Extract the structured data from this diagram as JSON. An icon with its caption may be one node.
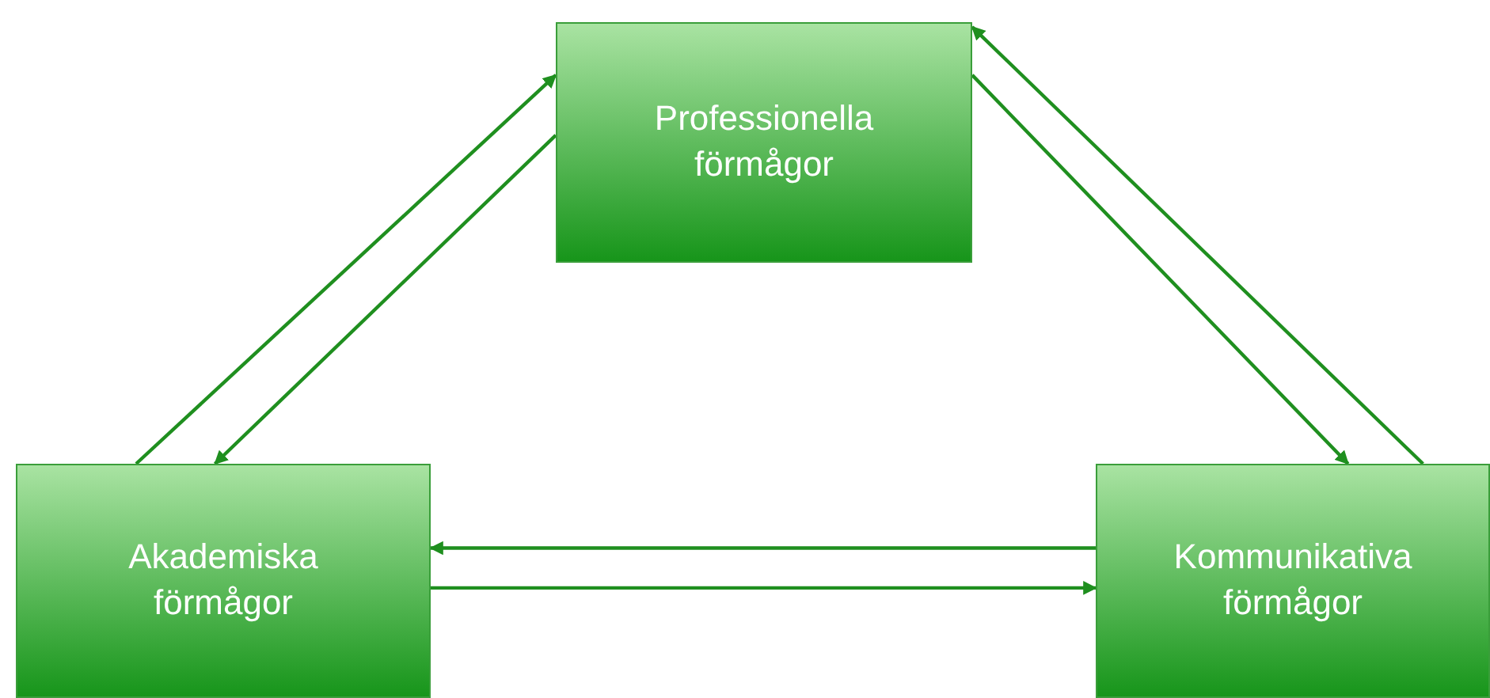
{
  "diagram": {
    "nodes": [
      {
        "text": [
          "Professionella förmågor"
        ]
      },
      {
        "text": [
          "Akademiska förmågor"
        ]
      },
      {
        "text": [
          "Kommunikativa förmågor"
        ]
      }
    ],
    "edges": [
      {
        "from": 1,
        "to": 0,
        "arrow": "to"
      },
      {
        "from": 0,
        "to": 1,
        "arrow": "to"
      },
      {
        "from": 0,
        "to": 2,
        "arrow": "to"
      },
      {
        "from": 2,
        "to": 0,
        "arrow": "to"
      },
      {
        "from": 2,
        "to": 1,
        "arrow": "to"
      },
      {
        "from": 1,
        "to": 2,
        "arrow": "to"
      }
    ]
  }
}
